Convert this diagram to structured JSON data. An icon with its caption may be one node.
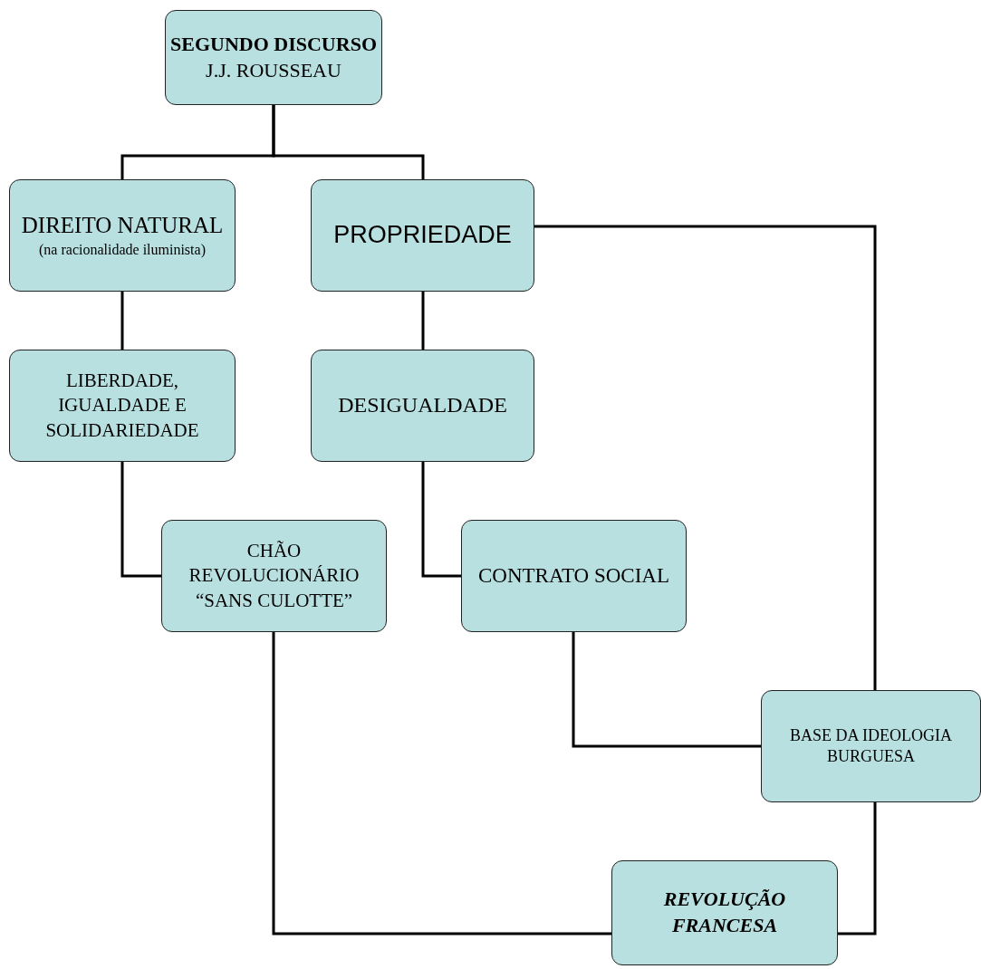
{
  "diagram": {
    "nodes": [
      {
        "text": [
          "SEGUNDO DISCURSO",
          "J.J. ROUSSEAU"
        ]
      },
      {
        "text": [
          "DIREITO NATURAL",
          "(na racionalidade iluminista)"
        ]
      },
      {
        "text": [
          "PROPRIEDADE"
        ]
      },
      {
        "text": [
          "LIBERDADE, IGUALDADE E SOLIDARIEDADE"
        ]
      },
      {
        "text": [
          "DESIGUALDADE"
        ]
      },
      {
        "text": [
          "CHÃO REVOLUCIONÁRIO “SANS CULOTTE”"
        ]
      },
      {
        "text": [
          "CONTRATO SOCIAL"
        ]
      },
      {
        "text": [
          "BASE DA IDEOLOGIA BURGUESA"
        ]
      },
      {
        "text": [
          "REVOLUÇÃO FRANCESA"
        ]
      }
    ],
    "edges": [
      {
        "from": 0,
        "to": 1,
        "arrow": "none"
      },
      {
        "from": 0,
        "to": 2,
        "arrow": "none"
      },
      {
        "from": 1,
        "to": 3,
        "arrow": "none"
      },
      {
        "from": 2,
        "to": 4,
        "arrow": "none"
      },
      {
        "from": 3,
        "to": 5,
        "arrow": "none"
      },
      {
        "from": 4,
        "to": 6,
        "arrow": "none"
      },
      {
        "from": 2,
        "to": 7,
        "arrow": "none"
      },
      {
        "from": 6,
        "to": 7,
        "arrow": "none"
      },
      {
        "from": 5,
        "to": 8,
        "arrow": "none"
      },
      {
        "from": 7,
        "to": 8,
        "arrow": "none"
      }
    ]
  }
}
